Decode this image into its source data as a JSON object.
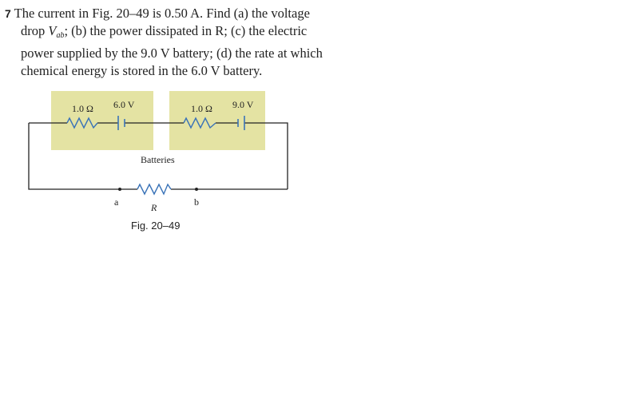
{
  "problem": {
    "number": "7",
    "line1": "The current in Fig. 20–49 is 0.50 A. Find  (a) the voltage",
    "line2_pre": "drop ",
    "line2_var": "V",
    "line2_sub": "ab",
    "line2_post": ";  (b) the power dissipated in R;  (c) the electric",
    "line3": "power supplied by the 9.0 V battery;  (d) the rate at which",
    "line4": "chemical energy is stored in the 6.0 V battery."
  },
  "figure": {
    "battery_left_resistance": "1.0 Ω",
    "battery_left_emf": "6.0 V",
    "battery_right_resistance": "1.0 Ω",
    "battery_right_emf": "9.0 V",
    "batteries_label": "Batteries",
    "node_a": "a",
    "node_b": "b",
    "resistor_label": "R",
    "caption": "Fig. 20–49"
  },
  "colors": {
    "battery_box": "#e4e3a3",
    "circuit_wire": "#222222",
    "resistor": "#3a73b8"
  }
}
